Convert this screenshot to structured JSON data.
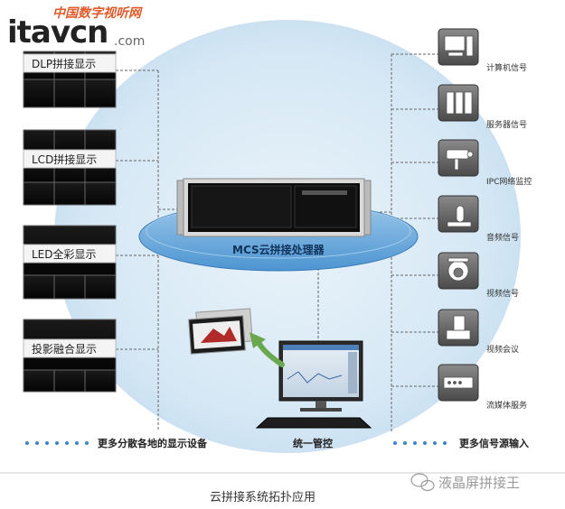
{
  "logo": {
    "cn_text": "中国数字视听网",
    "en_text": "itavcn",
    "domain": ".com",
    "brand_color": "#e05a2a"
  },
  "displays": [
    {
      "label": "DLP拼接显示",
      "icon": "dlp-wall-icon"
    },
    {
      "label": "LCD拼接显示",
      "icon": "lcd-wall-icon"
    },
    {
      "label": "LED全彩显示",
      "icon": "led-wall-icon"
    },
    {
      "label": "投影融合显示",
      "icon": "projector-wall-icon"
    }
  ],
  "processor": {
    "label": "MCS云拼接处理器",
    "icon": "rack-server-icon"
  },
  "sources": [
    {
      "label": "计算机信号",
      "icon": "computer-icon"
    },
    {
      "label": "服务器信号",
      "icon": "server-icon"
    },
    {
      "label": "IPC网络监控",
      "icon": "ip-camera-icon"
    },
    {
      "label": "音频信号",
      "icon": "microphone-icon"
    },
    {
      "label": "视频信号",
      "icon": "dome-camera-icon"
    },
    {
      "label": "视频会议",
      "icon": "conference-terminal-icon"
    },
    {
      "label": "流媒体服务",
      "icon": "media-server-icon"
    }
  ],
  "control": {
    "icon": "control-workstation-icon",
    "preview_icon": "preview-screens-icon"
  },
  "bottom": {
    "left": "更多分散各地的显示设备",
    "center": "统一管控",
    "right": "更多信号源输入"
  },
  "caption": "云拼接系统拓扑应用",
  "watermark": "液晶屏拼接王",
  "colors": {
    "accent": "#3a86c8",
    "cloud": "#dcebf6",
    "line": "#666666"
  }
}
